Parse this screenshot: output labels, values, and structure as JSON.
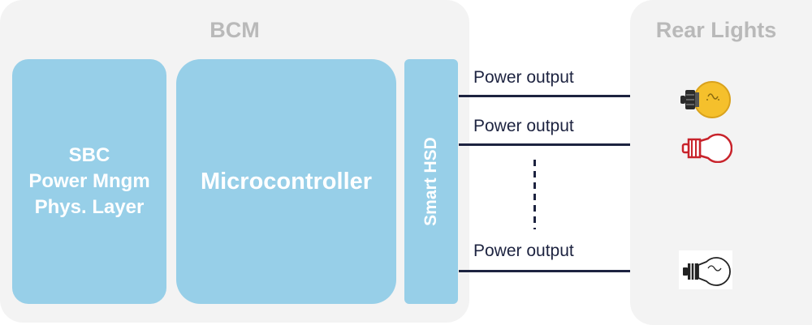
{
  "bcm": {
    "title": "BCM",
    "sbc_lines": [
      "SBC",
      "Power Mngm",
      "Phys. Layer"
    ],
    "microcontroller": "Microcontroller",
    "smart_hsd": "Smart HSD"
  },
  "rear_lights": {
    "title": "Rear Lights"
  },
  "outputs": [
    {
      "label": "Power output",
      "bulb": "yellow-lit-bulb-icon"
    },
    {
      "label": "Power output",
      "bulb": "red-outline-bulb-icon"
    },
    {
      "label": "Power output",
      "bulb": "black-outline-bulb-icon"
    }
  ],
  "colors": {
    "panel": "#f3f3f3",
    "panel_title": "#b9b9b9",
    "block": "#97cfe8",
    "wire": "#1d2340",
    "bulb_yellow": "#f5c02c",
    "bulb_red": "#c8232b"
  }
}
